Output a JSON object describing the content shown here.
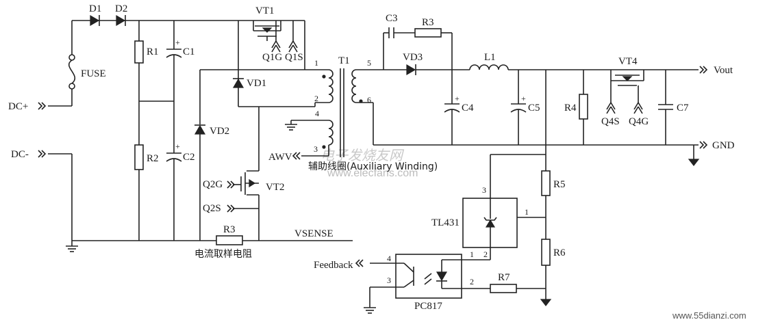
{
  "labels": {
    "D1": "D1",
    "D2": "D2",
    "FUSE": "FUSE",
    "DCp": "DC+",
    "DCm": "DC-",
    "R1": "R1",
    "C1": "C1",
    "R2": "R2",
    "C2": "C2",
    "VT1": "VT1",
    "Q1G": "Q1G",
    "Q1S": "Q1S",
    "VD1": "VD1",
    "VD2": "VD2",
    "VT2": "VT2",
    "Q2G": "Q2G",
    "Q2S": "Q2S",
    "R3a": "R3",
    "VSENSE": "VSENSE",
    "sense": "电流取样电阻",
    "T1": "T1",
    "p1": "1",
    "p2": "2",
    "p4": "4",
    "p3": "3",
    "p5": "5",
    "p6": "6",
    "AWV": "AWV",
    "aux": "辅助线圈(Auxiliary Winding)",
    "C3": "C3",
    "R3b": "R3",
    "VD3": "VD3",
    "L1": "L1",
    "C4": "C4",
    "C5": "C5",
    "R4": "R4",
    "VT4": "VT4",
    "Q4S": "Q4S",
    "Q4G": "Q4G",
    "C7": "C7",
    "Vout": "Vout",
    "GND": "GND",
    "R5": "R5",
    "TL431": "TL431",
    "tl3": "3",
    "tl1": "1",
    "tl2": "2",
    "R6": "R6",
    "Feedback": "Feedback",
    "pc4": "4",
    "pc3": "3",
    "pc1": "1",
    "pc2": "2",
    "R7": "R7",
    "PC817": "PC817"
  },
  "watermark": {
    "cn": "电子发烧友网",
    "url": "www.elecfans.com"
  },
  "footer": "www.55dianzi.com"
}
